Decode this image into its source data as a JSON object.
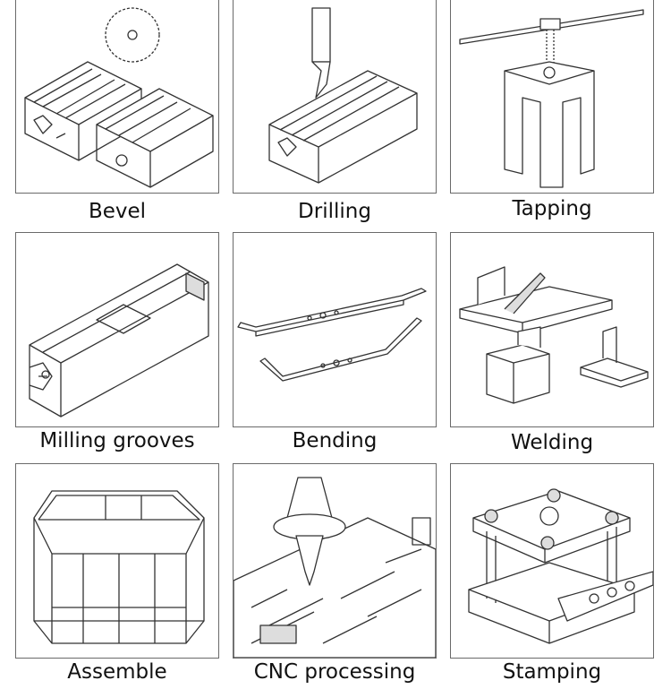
{
  "processes": [
    {
      "label": "Bevel",
      "icon": "bevel-saw-icon"
    },
    {
      "label": "Drilling",
      "icon": "drill-icon"
    },
    {
      "label": "Tapping",
      "icon": "tap-wrench-icon"
    },
    {
      "label": "Milling grooves",
      "icon": "milling-profile-icon"
    },
    {
      "label": "Bending",
      "icon": "bent-bar-icon"
    },
    {
      "label": "Welding",
      "icon": "welded-parts-icon"
    },
    {
      "label": "Assemble",
      "icon": "frame-assembly-icon"
    },
    {
      "label": "CNC processing",
      "icon": "cnc-spindle-icon"
    },
    {
      "label": "Stamping",
      "icon": "stamping-die-icon"
    }
  ]
}
